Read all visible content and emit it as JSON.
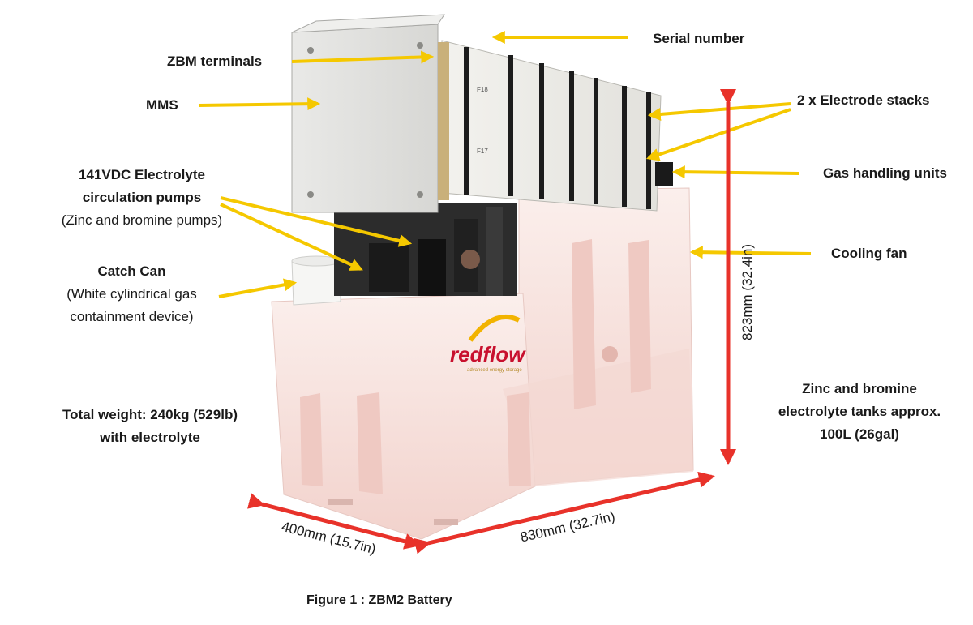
{
  "labels": {
    "serial_number": "Serial number",
    "zbm_terminals": "ZBM terminals",
    "mms": "MMS",
    "electrode_stacks": "2 x Electrode stacks",
    "gas_handling": "Gas handling units",
    "pumps_line1": "141VDC Electrolyte",
    "pumps_line2": "circulation pumps",
    "pumps_line3": "(Zinc and bromine pumps)",
    "cooling_fan": "Cooling fan",
    "catch_can_line1": "Catch Can",
    "catch_can_line2": "(White cylindrical gas",
    "catch_can_line3": "containment device)",
    "weight_line1": "Total weight: 240kg (529lb)",
    "weight_line2": "with electrolyte",
    "tanks_line1": "Zinc and bromine",
    "tanks_line2": "electrolyte tanks approx.",
    "tanks_line3": "100L (26gal)"
  },
  "dimensions": {
    "height": "823mm (32.4in)",
    "length": "830mm (32.7in)",
    "depth": "400mm (15.7in)"
  },
  "logo": {
    "brand": "redflow",
    "tagline": "advanced energy storage"
  },
  "stack_marks": [
    "F18",
    "F17"
  ],
  "caption": "Figure 1 : ZBM2 Battery",
  "colors": {
    "arrow_yellow": "#f5c800",
    "dimension_red": "#e8322a"
  }
}
